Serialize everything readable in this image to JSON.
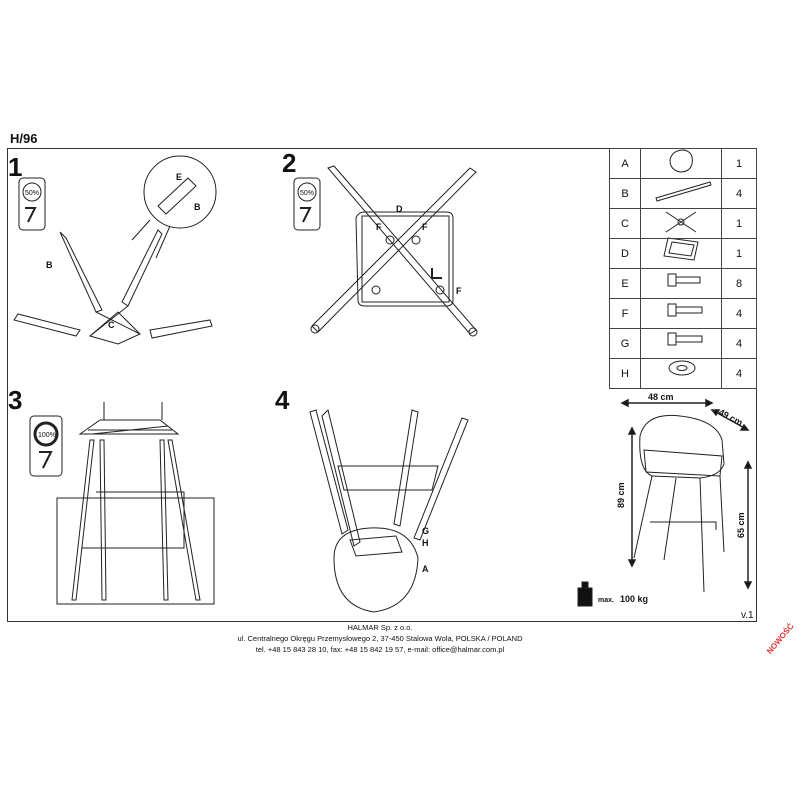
{
  "model": "H/96",
  "steps": [
    "1",
    "2",
    "3",
    "4"
  ],
  "tool_badges": [
    "50%",
    "50%",
    "100%"
  ],
  "step1_labels": {
    "b": "B",
    "c": "C",
    "e": "E",
    "b_detail": "B"
  },
  "step2_labels": {
    "d": "D",
    "f1": "F",
    "f2": "F",
    "f3": "F"
  },
  "step4_labels": {
    "g": "G",
    "h": "H",
    "a": "A"
  },
  "parts": [
    {
      "letter": "A",
      "icon": "seat-icon",
      "qty": "1"
    },
    {
      "letter": "B",
      "icon": "leg-icon",
      "qty": "4"
    },
    {
      "letter": "C",
      "icon": "cross-frame-icon",
      "qty": "1"
    },
    {
      "letter": "D",
      "icon": "footrest-frame-icon",
      "qty": "1"
    },
    {
      "letter": "E",
      "icon": "bolt-icon",
      "qty": "8"
    },
    {
      "letter": "F",
      "icon": "screw-icon",
      "qty": "4"
    },
    {
      "letter": "G",
      "icon": "screw-icon",
      "qty": "4"
    },
    {
      "letter": "H",
      "icon": "washer-icon",
      "qty": "4"
    }
  ],
  "dimensions": {
    "width": "48 cm",
    "depth": "49 cm",
    "height": "89 cm",
    "seat_height": "65 cm"
  },
  "max_load": {
    "label": "max.",
    "value": "100 kg"
  },
  "version": "v.1",
  "footer": {
    "company": "HALMAR Sp. z o.o.",
    "address": "ul. Centralnego Okręgu Przemysłowego 2, 37-450 Stalowa Wola, POLSKA / POLAND",
    "contact": "tel. +48 15 843 28 10, fax: +48 15 842 19 57, e-mail: office@halmar.com.pl"
  },
  "badge": "NOWOŚĆ"
}
